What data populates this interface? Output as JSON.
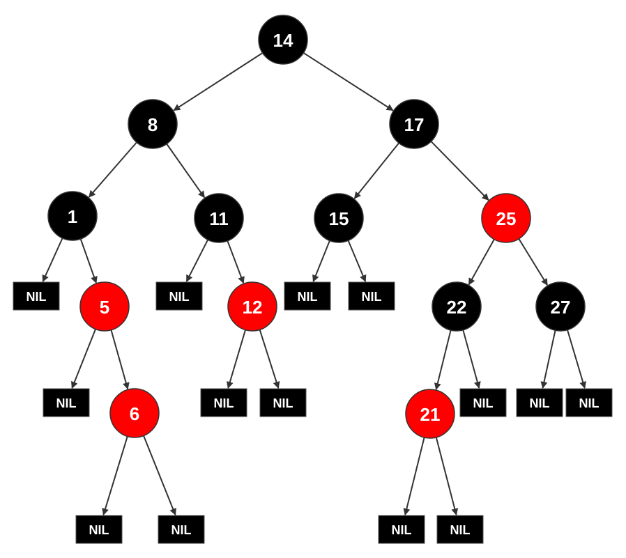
{
  "colors": {
    "black_node": "#000000",
    "red_node": "#ff0000",
    "nil_fill": "#000000",
    "edge": "#333333",
    "node_text": "#ffffff"
  },
  "nodes": [
    {
      "id": "n14",
      "label": "14",
      "color": "black"
    },
    {
      "id": "n8",
      "label": "8",
      "color": "black"
    },
    {
      "id": "n17",
      "label": "17",
      "color": "black"
    },
    {
      "id": "n1",
      "label": "1",
      "color": "black"
    },
    {
      "id": "n11",
      "label": "11",
      "color": "black"
    },
    {
      "id": "n15",
      "label": "15",
      "color": "black"
    },
    {
      "id": "n25",
      "label": "25",
      "color": "red"
    },
    {
      "id": "n5",
      "label": "5",
      "color": "red"
    },
    {
      "id": "n12",
      "label": "12",
      "color": "red"
    },
    {
      "id": "n22",
      "label": "22",
      "color": "black"
    },
    {
      "id": "n27",
      "label": "27",
      "color": "black"
    },
    {
      "id": "n6",
      "label": "6",
      "color": "red"
    },
    {
      "id": "n21",
      "label": "21",
      "color": "red"
    }
  ],
  "nil_label": "NIL",
  "nils": [
    {
      "id": "nil-1a"
    },
    {
      "id": "nil-11a"
    },
    {
      "id": "nil-15a"
    },
    {
      "id": "nil-15b"
    },
    {
      "id": "nil-5a"
    },
    {
      "id": "nil-12a"
    },
    {
      "id": "nil-12b"
    },
    {
      "id": "nil-22b"
    },
    {
      "id": "nil-27a"
    },
    {
      "id": "nil-27b"
    },
    {
      "id": "nil-6a"
    },
    {
      "id": "nil-6b"
    },
    {
      "id": "nil-21a"
    },
    {
      "id": "nil-21b"
    }
  ],
  "edges": [
    [
      "n14",
      "n8"
    ],
    [
      "n14",
      "n17"
    ],
    [
      "n8",
      "n1"
    ],
    [
      "n8",
      "n11"
    ],
    [
      "n17",
      "n15"
    ],
    [
      "n17",
      "n25"
    ],
    [
      "n1",
      "nil-1a"
    ],
    [
      "n1",
      "n5"
    ],
    [
      "n11",
      "nil-11a"
    ],
    [
      "n11",
      "n12"
    ],
    [
      "n15",
      "nil-15a"
    ],
    [
      "n15",
      "nil-15b"
    ],
    [
      "n25",
      "n22"
    ],
    [
      "n25",
      "n27"
    ],
    [
      "n5",
      "nil-5a"
    ],
    [
      "n5",
      "n6"
    ],
    [
      "n12",
      "nil-12a"
    ],
    [
      "n12",
      "nil-12b"
    ],
    [
      "n22",
      "n21"
    ],
    [
      "n22",
      "nil-22b"
    ],
    [
      "n27",
      "nil-27a"
    ],
    [
      "n27",
      "nil-27b"
    ],
    [
      "n6",
      "nil-6a"
    ],
    [
      "n6",
      "nil-6b"
    ],
    [
      "n21",
      "nil-21a"
    ],
    [
      "n21",
      "nil-21b"
    ]
  ]
}
